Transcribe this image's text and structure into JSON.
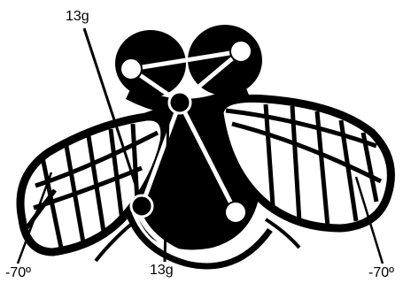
{
  "labels": {
    "top_weight": "13g",
    "bottom_weight": "13g",
    "left_angle": "-70º",
    "right_angle": "-70º"
  },
  "colors": {
    "ink": "#000000",
    "paper": "#ffffff"
  }
}
